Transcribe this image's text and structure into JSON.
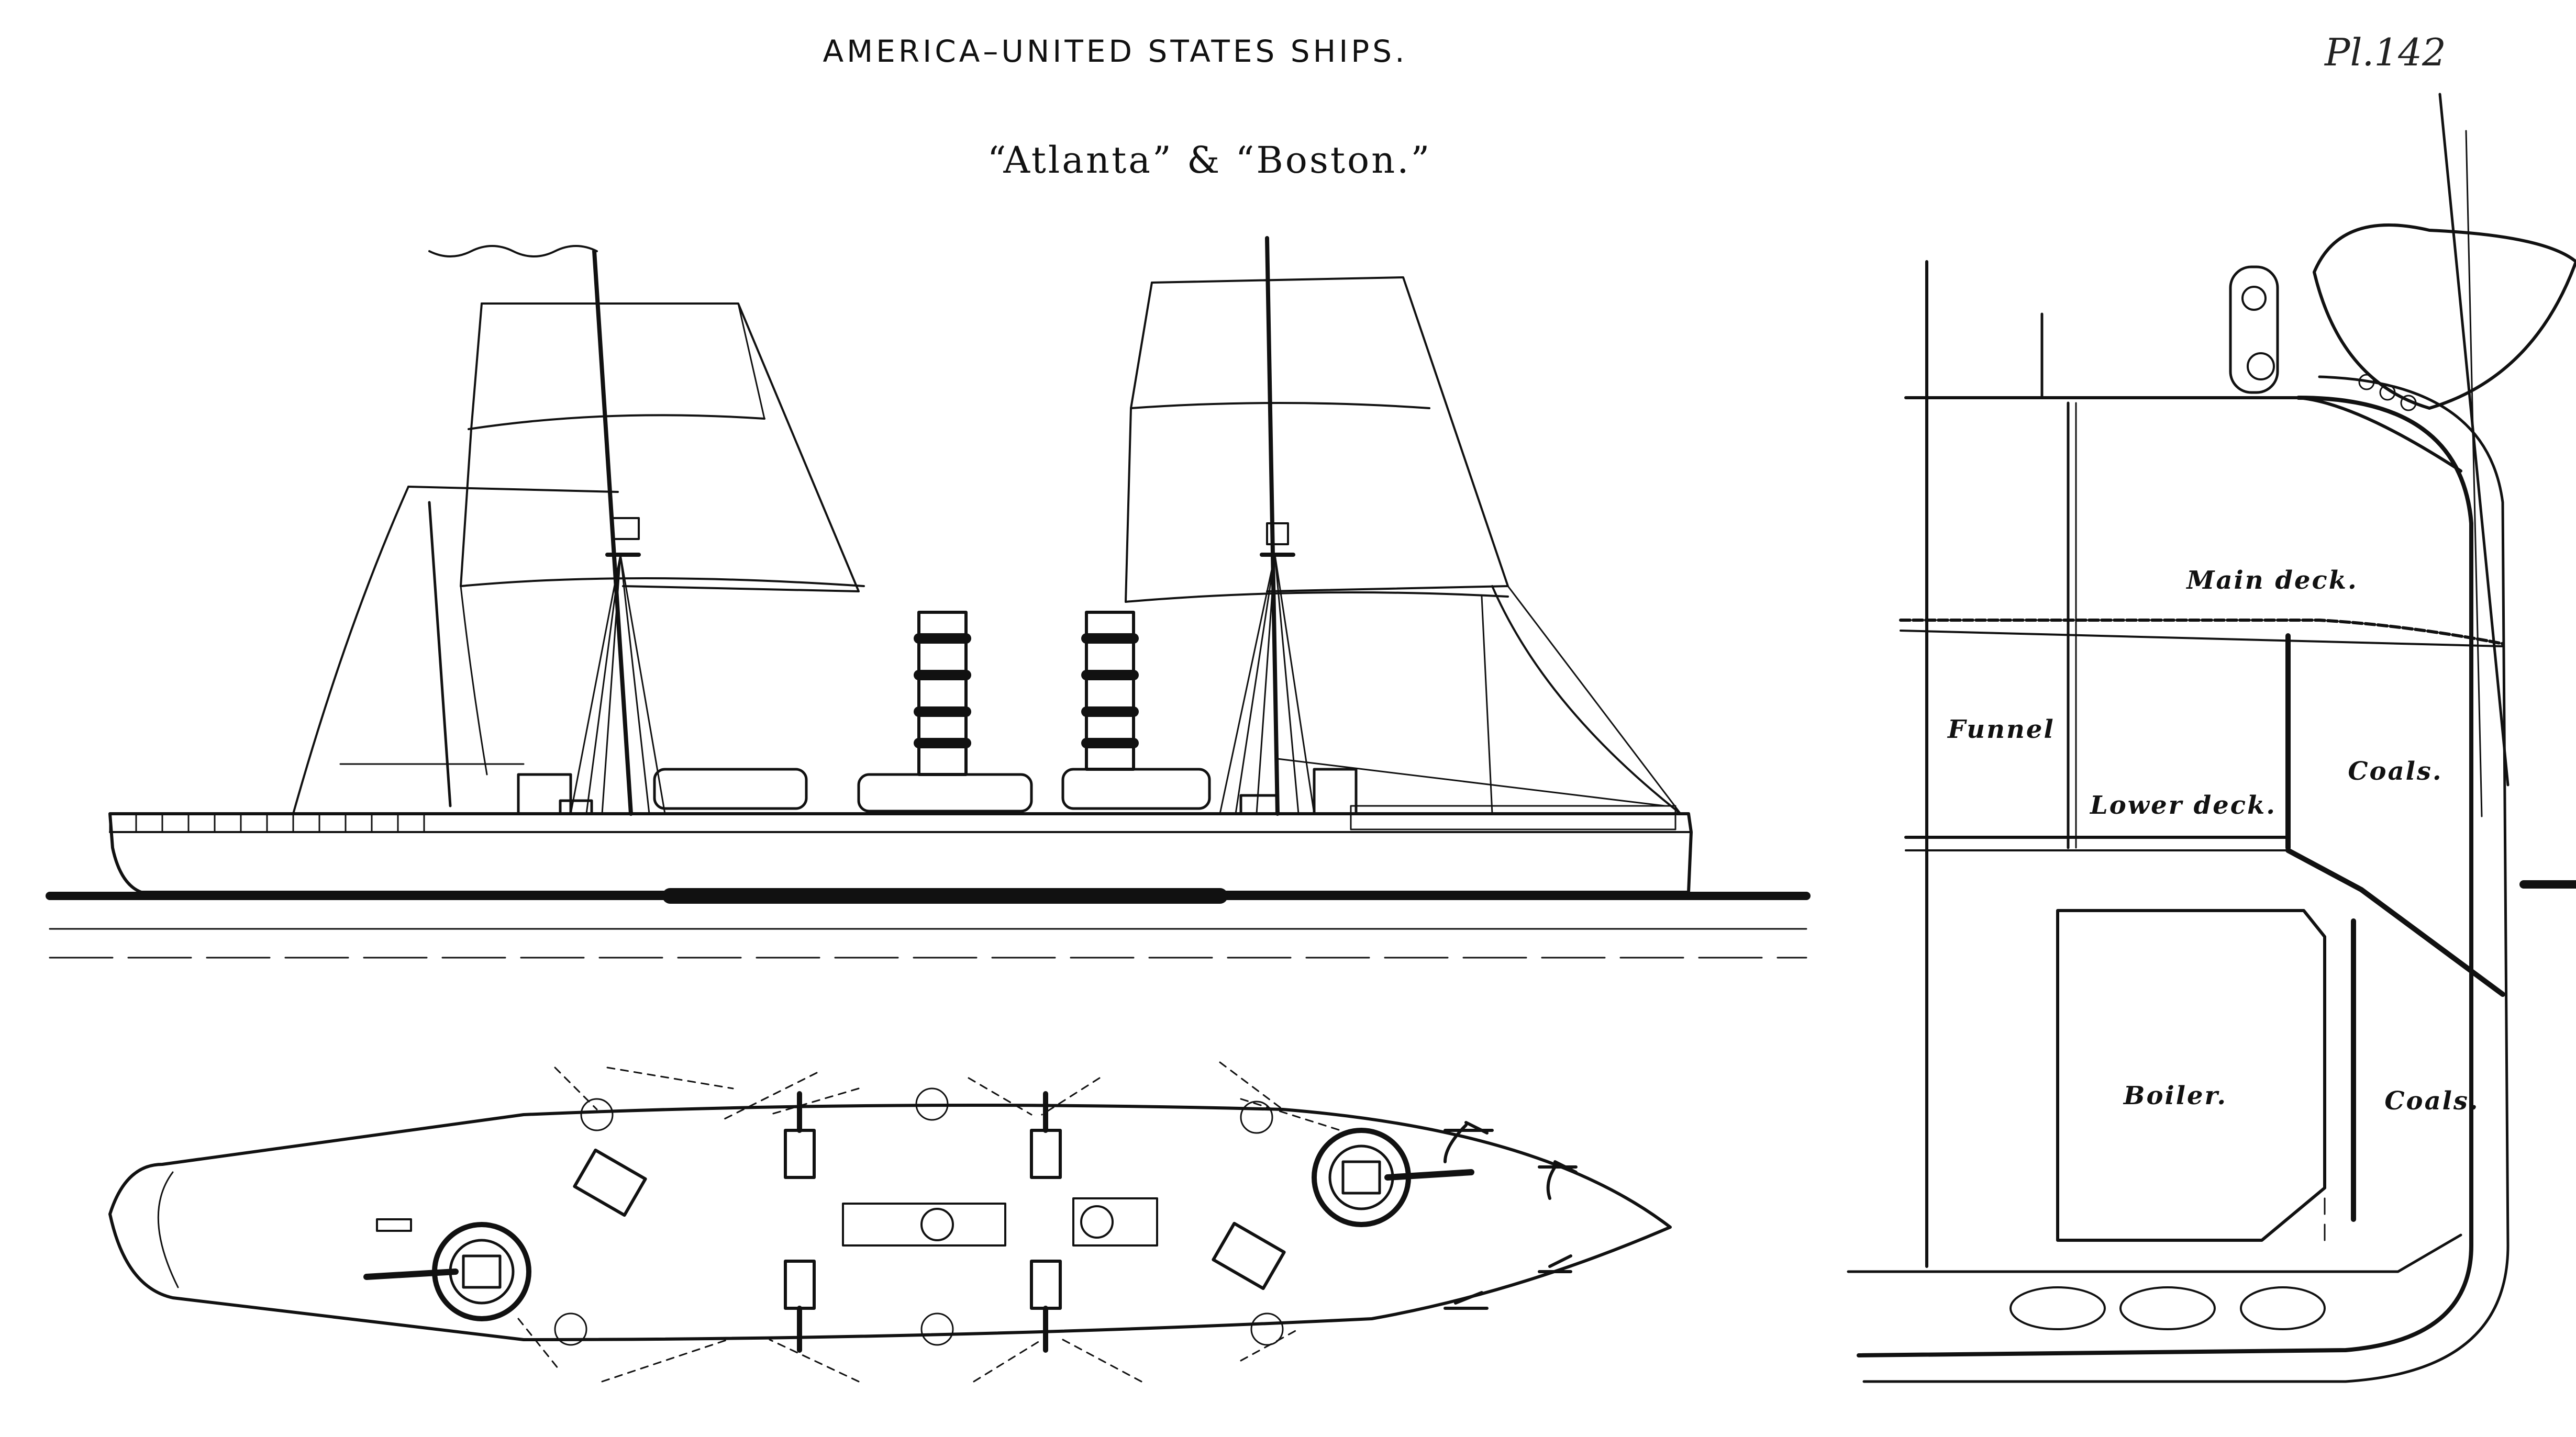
{
  "header": {
    "title": "AMERICA–UNITED STATES SHIPS.",
    "subtitle": "“Atlanta” & “Boston.”",
    "plate_number": "Pl.142"
  },
  "section_labels": {
    "main_deck": "Main deck.",
    "funnel": "Funnel",
    "coals_upper": "Coals.",
    "lower_deck": "Lower deck.",
    "boiler": "Boiler.",
    "coals_lower": "Coals."
  }
}
